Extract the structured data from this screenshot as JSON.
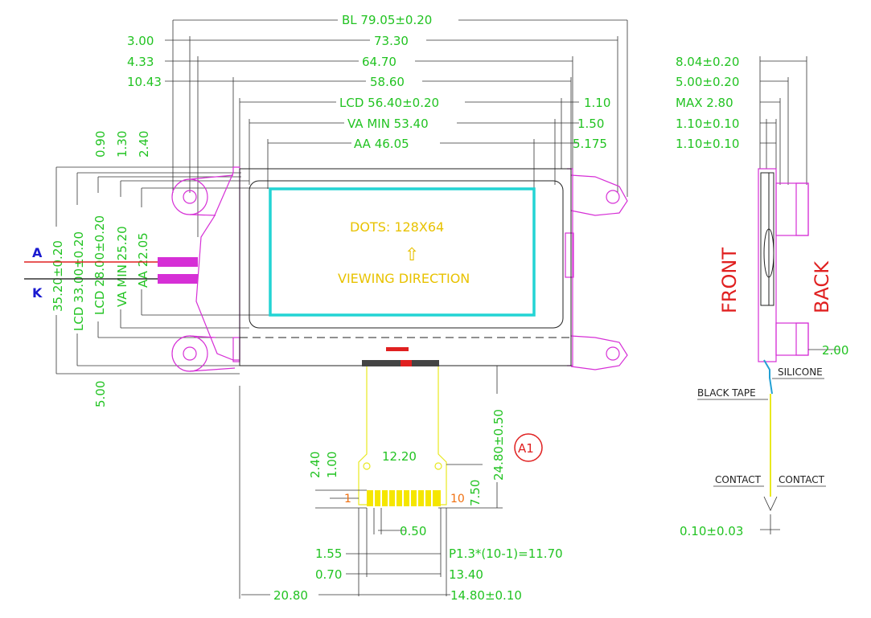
{
  "colors": {
    "dimension": "#22c322",
    "outline": "#d62fd6",
    "active_area": "#23d4d4",
    "lcd_text": "#e8c200",
    "label_red": "#e02020",
    "pin_orange": "#f07010",
    "led_blue": "#1a1ad0",
    "fpc": "#e8e820"
  },
  "top_dims": [
    {
      "label": "BL  79.05±0.20"
    },
    {
      "label": "73.30"
    },
    {
      "label": "64.70"
    },
    {
      "label": "58.60"
    },
    {
      "label": "LCD  56.40±0.20"
    },
    {
      "label": "VA  MIN  53.40"
    },
    {
      "label": "AA  46.05"
    }
  ],
  "left_small_dims": [
    "3.00",
    "4.33",
    "10.43"
  ],
  "right_small_dims": [
    "1.10",
    "1.50",
    "5.175"
  ],
  "vertical_dims": [
    "0.90",
    "1.30",
    "2.40",
    "35.20±0.20",
    "LCD  33.00±0.20",
    "LCD  28.00±0.20",
    "VA  MIN  25.20",
    "AA  22.05",
    "5.00"
  ],
  "led_pins": {
    "anode": "A",
    "cathode": "K"
  },
  "display_text": {
    "dots": "DOTS:   128X64",
    "arrow": "⇧",
    "direction": "VIEWING  DIRECTION"
  },
  "fpc": {
    "width_dim": "12.20",
    "pin_first": "1",
    "pin_last": "10",
    "left_dims": [
      "2.40",
      "1.00"
    ],
    "height_dims": [
      "7.50",
      "24.80±0.50"
    ],
    "bottom_dims": [
      "0.50",
      "1.55",
      "P1.3*(10-1)=11.70",
      "0.70",
      "13.40",
      "20.80",
      "14.80±0.10"
    ],
    "revision": "A1"
  },
  "side_view": {
    "dims": [
      "8.04±0.20",
      "5.00±0.20",
      "MAX  2.80",
      "1.10±0.10",
      "1.10±0.10"
    ],
    "front_label": "FRONT",
    "back_label": "BACK",
    "dim_right": "2.00",
    "silicone": "SILICONE",
    "black_tape": "BLACK  TAPE",
    "contact_left": "CONTACT",
    "contact_right": "CONTACT",
    "bottom_dim": "0.10±0.03"
  }
}
